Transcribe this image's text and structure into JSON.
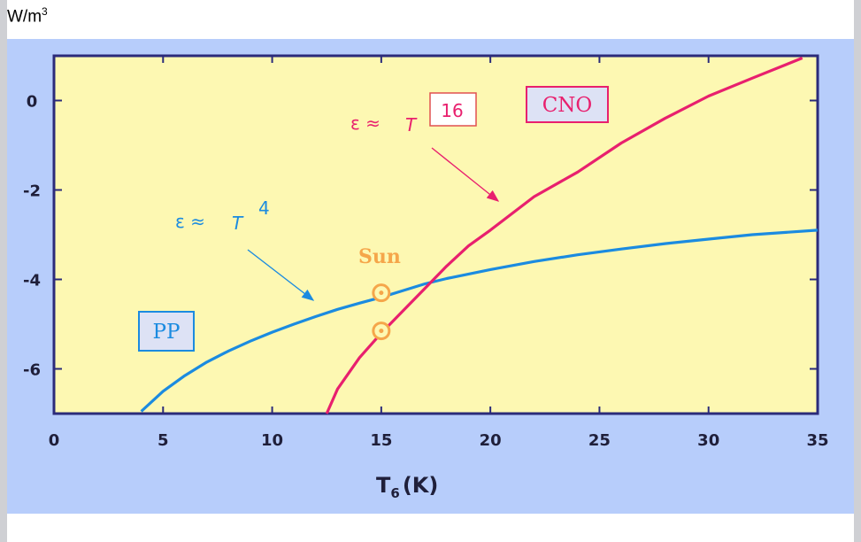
{
  "unit_label": {
    "base": "W/m",
    "sup": "3"
  },
  "chart_data": {
    "type": "line",
    "title": "",
    "xlabel": "T",
    "xlabel_sub": "6",
    "xlabel_unit": "(K)",
    "ylabel": "",
    "xlim": [
      0,
      35
    ],
    "ylim": [
      -7,
      1
    ],
    "x_ticks": [
      0,
      5,
      10,
      15,
      20,
      25,
      30,
      35
    ],
    "y_ticks": [
      0,
      -2,
      -4,
      -6
    ],
    "grid": false,
    "series": [
      {
        "name": "PP",
        "color": "#1b8be0",
        "x": [
          4,
          5,
          6,
          7,
          8,
          9,
          10,
          11,
          12,
          13,
          14,
          15,
          16,
          17,
          18,
          20,
          22,
          24,
          26,
          28,
          30,
          32,
          35
        ],
        "y": [
          -6.95,
          -6.5,
          -6.15,
          -5.85,
          -5.6,
          -5.38,
          -5.18,
          -5.0,
          -4.83,
          -4.67,
          -4.53,
          -4.4,
          -4.25,
          -4.1,
          -3.98,
          -3.78,
          -3.6,
          -3.45,
          -3.32,
          -3.2,
          -3.1,
          -3.0,
          -2.9
        ]
      },
      {
        "name": "CNO",
        "color": "#e8206e",
        "x": [
          12.5,
          13,
          14,
          15,
          16,
          17,
          18,
          19,
          20,
          22,
          24,
          26,
          28,
          30,
          32,
          34.3
        ],
        "y": [
          -7.0,
          -6.45,
          -5.75,
          -5.2,
          -4.7,
          -4.2,
          -3.7,
          -3.25,
          -2.9,
          -2.15,
          -1.6,
          -0.95,
          -0.4,
          0.1,
          0.5,
          0.95
        ]
      }
    ],
    "markers": [
      {
        "name": "sun-pp",
        "x": 15,
        "y": -4.3
      },
      {
        "name": "sun-cno",
        "x": 15,
        "y": -5.15
      }
    ],
    "annotations": {
      "pp_box": "PP",
      "cno_box": "CNO",
      "sun": "Sun",
      "pp_eq_prefix": "ε ≈",
      "pp_eq_var": "T",
      "pp_eq_exp": "4",
      "cno_eq_prefix": "ε ≈",
      "cno_eq_var": "T",
      "cno_eq_exp": "16"
    }
  }
}
